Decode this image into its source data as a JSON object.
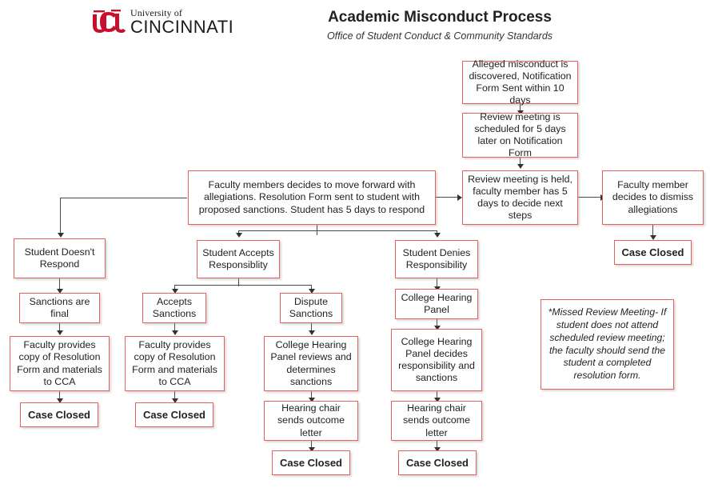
{
  "header": {
    "logo": {
      "line1": "University of",
      "line2": "CINCINNATI",
      "mark_color": "#c8102e"
    },
    "title": "Academic Misconduct Process",
    "subtitle": "Office of Student Conduct & Community Standards"
  },
  "style": {
    "node_border": "#e8625c",
    "node_fill": "#ffffff",
    "connector": "#4a4a4a",
    "text": "#222222"
  },
  "chart_data": {
    "type": "diagram",
    "title": "Academic Misconduct Process",
    "nodes": [
      {
        "id": "n1",
        "label": "Alleged misconduct is discovered, Notification Form Sent within 10 days"
      },
      {
        "id": "n2",
        "label": "Review meeting is scheduled for 5 days later on Notification Form"
      },
      {
        "id": "n3",
        "label": "Review meeting is held, faculty member has 5 days to decide next steps"
      },
      {
        "id": "n4",
        "label": "Faculty member decides to dismiss allegiations"
      },
      {
        "id": "n5",
        "label": "Case Closed"
      },
      {
        "id": "n6",
        "label": "Faculty members decides to move forward with allegiations. Resolution Form sent to student with proposed sanctions. Student has 5 days to respond"
      },
      {
        "id": "n7",
        "label": "Student Doesn't Respond"
      },
      {
        "id": "n8",
        "label": "Sanctions are final"
      },
      {
        "id": "n9",
        "label": "Faculty provides copy of Resolution Form and materials to CCA"
      },
      {
        "id": "n10",
        "label": "Case Closed"
      },
      {
        "id": "n11",
        "label": "Student Accepts Responsiblity"
      },
      {
        "id": "n12",
        "label": "Accepts Sanctions"
      },
      {
        "id": "n13",
        "label": "Faculty provides copy of Resolution Form and materials to CCA"
      },
      {
        "id": "n14",
        "label": "Case Closed"
      },
      {
        "id": "n15",
        "label": "Dispute Sanctions"
      },
      {
        "id": "n16",
        "label": "College Hearing Panel reviews and determines sanctions"
      },
      {
        "id": "n17",
        "label": "Hearing chair sends outcome letter"
      },
      {
        "id": "n18",
        "label": "Case Closed"
      },
      {
        "id": "n19",
        "label": "Student Denies Responsibility"
      },
      {
        "id": "n20",
        "label": "College Hearing Panel"
      },
      {
        "id": "n21",
        "label": "College Hearing Panel decides responsibility and sanctions"
      },
      {
        "id": "n22",
        "label": "Hearing chair sends outcome letter"
      },
      {
        "id": "n23",
        "label": "Case Closed"
      },
      {
        "id": "n24",
        "label": "*Missed Review Meeting- If student does not attend scheduled review meeting; the faculty should send the student a completed resolution form."
      }
    ],
    "edges": [
      {
        "from": "n1",
        "to": "n2"
      },
      {
        "from": "n2",
        "to": "n3"
      },
      {
        "from": "n3",
        "to": "n4"
      },
      {
        "from": "n4",
        "to": "n5"
      },
      {
        "from": "n6",
        "to": "n3"
      },
      {
        "from": "n6",
        "to": "n7"
      },
      {
        "from": "n7",
        "to": "n8"
      },
      {
        "from": "n8",
        "to": "n9"
      },
      {
        "from": "n9",
        "to": "n10"
      },
      {
        "from": "n6",
        "to": "n11"
      },
      {
        "from": "n11",
        "to": "n12"
      },
      {
        "from": "n12",
        "to": "n13"
      },
      {
        "from": "n13",
        "to": "n14"
      },
      {
        "from": "n11",
        "to": "n15"
      },
      {
        "from": "n15",
        "to": "n16"
      },
      {
        "from": "n16",
        "to": "n17"
      },
      {
        "from": "n17",
        "to": "n18"
      },
      {
        "from": "n6",
        "to": "n19"
      },
      {
        "from": "n19",
        "to": "n20"
      },
      {
        "from": "n20",
        "to": "n21"
      },
      {
        "from": "n21",
        "to": "n22"
      },
      {
        "from": "n22",
        "to": "n23"
      }
    ]
  },
  "nodes": {
    "n1": "Alleged misconduct is discovered, Notification Form Sent within 10 days",
    "n2": "Review meeting is scheduled for 5 days later on Notification Form",
    "n3": "Review meeting is held, faculty member has 5 days to decide next steps",
    "n4": "Faculty member decides to dismiss allegiations",
    "n5": "Case Closed",
    "n6": "Faculty members decides to move forward with allegiations. Resolution Form sent to student with proposed sanctions. Student has 5 days to respond",
    "n7": "Student Doesn't Respond",
    "n8": "Sanctions are final",
    "n9": "Faculty provides copy of Resolution Form and materials to CCA",
    "n10": "Case Closed",
    "n11": "Student Accepts Responsiblity",
    "n12": "Accepts Sanctions",
    "n13": "Faculty provides copy of Resolution Form and materials to CCA",
    "n14": "Case Closed",
    "n15": "Dispute Sanctions",
    "n16": "College Hearing Panel reviews and determines sanctions",
    "n17": "Hearing chair sends outcome letter",
    "n18": "Case Closed",
    "n19": "Student Denies Responsibility",
    "n20": "College Hearing Panel",
    "n21": "College Hearing Panel decides responsibility and sanctions",
    "n22": "Hearing chair sends outcome letter",
    "n23": "Case Closed",
    "n24": "*Missed Review Meeting- If student does not attend scheduled review meeting; the faculty should send the student a completed resolution form."
  }
}
